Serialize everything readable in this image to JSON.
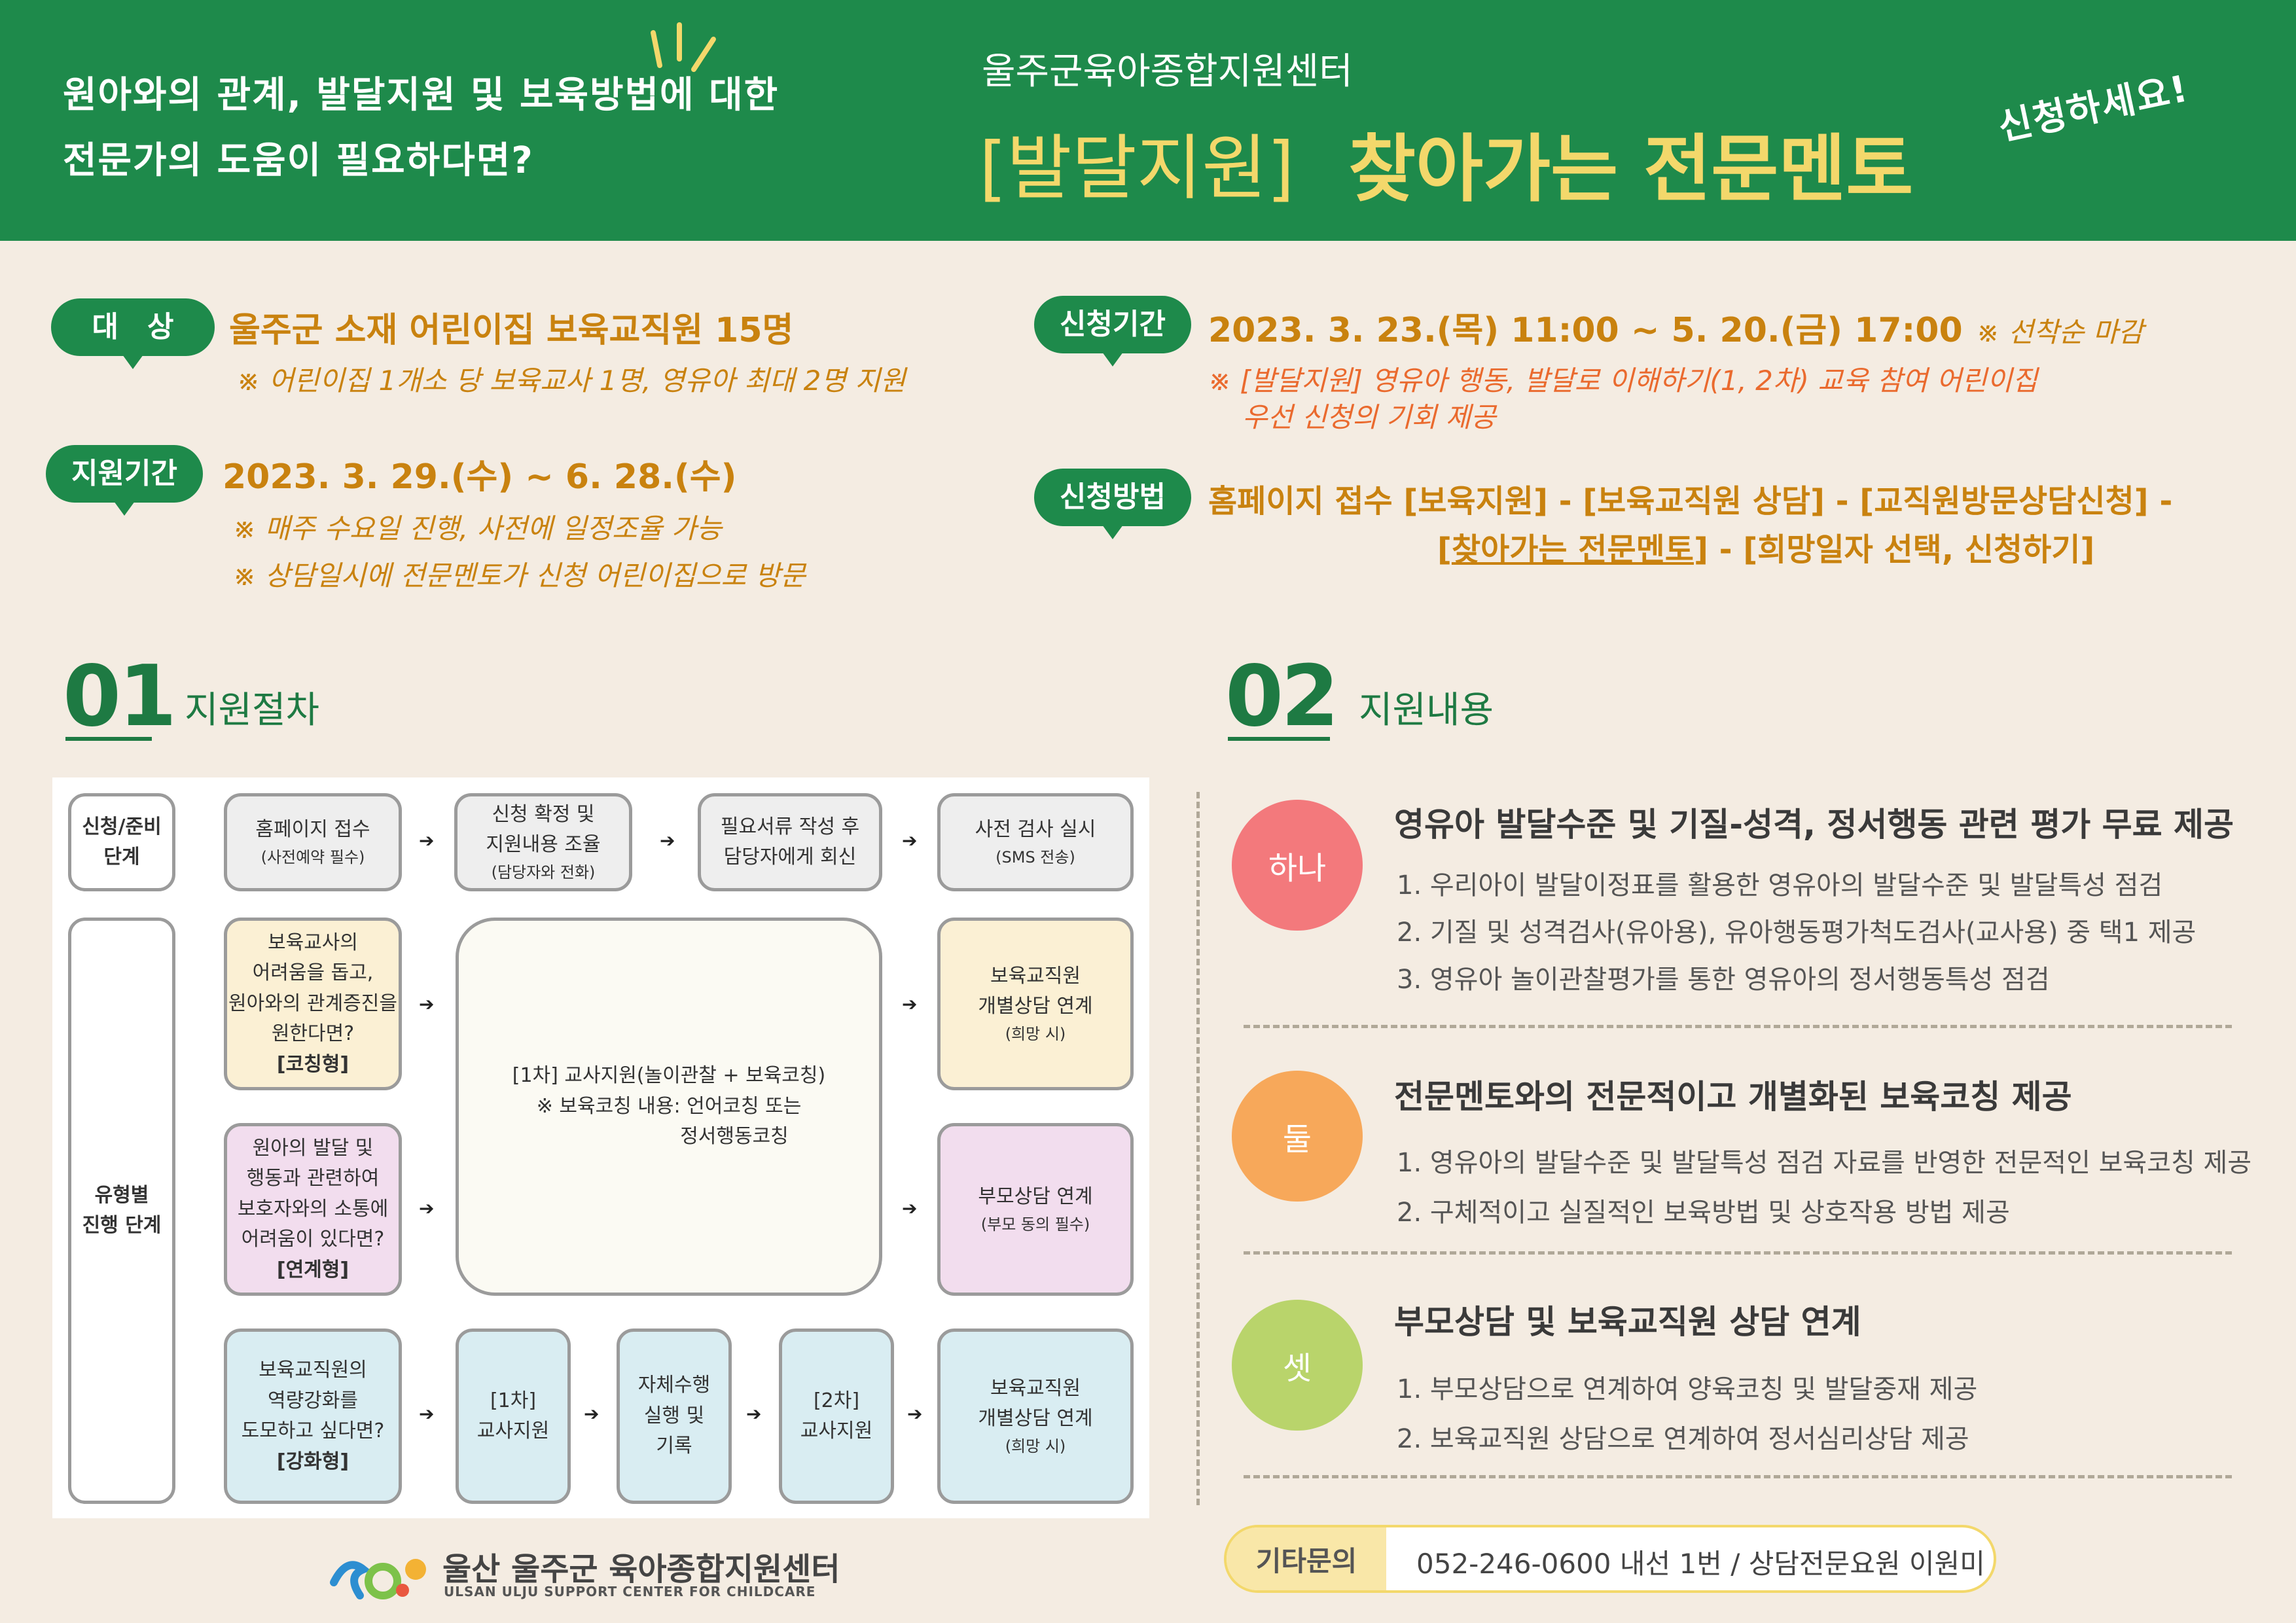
{
  "header": {
    "tagline_line1": "원아와의 관계, 발달지원 및 보육방법에 대한",
    "tagline_line2": "전문가의 도움이 필요하다면?",
    "center_name": "울주군육아종합지원센터",
    "title_bracket": "[발달지원]",
    "title_main": "찾아가는 전문멘토",
    "apply_now": "신청하세요!"
  },
  "info": {
    "target_label": "대　상",
    "target_text": "울주군 소재 어린이집 보육교직원 15명",
    "target_note": "※ 어린이집 1개소 당 보육교사 1명, 영유아 최대 2명 지원",
    "period_label": "지원기간",
    "period_text": "2023. 3. 29.(수) ~ 6. 28.(수)",
    "period_note1": "※ 매주 수요일 진행, 사전에 일정조율 가능",
    "period_note2": "※ 상담일시에 전문멘토가 신청 어린이집으로 방문",
    "apply_period_label": "신청기간",
    "apply_period_text": "2023. 3. 23.(목) 11:00 ~ 5. 20.(금) 17:00",
    "apply_period_suffix": "※ 선착순 마감",
    "apply_period_note1": "※ [발달지원] 영유아 행동, 발달로 이해하기(1, 2차) 교육 참여 어린이집",
    "apply_period_note2": "우선 신청의 기회 제공",
    "method_label": "신청방법",
    "method_line1": "홈페이지 접수   [보육지원] - [보육교직원 상담] - [교직원방문상담신청] -",
    "method_line2_prefix": "[",
    "method_line2_link": "찾아가는 전문멘토",
    "method_line2_suffix": "] - [희망일자 선택, 신청하기]"
  },
  "section1": {
    "number": "01",
    "title": "지원절차",
    "row_label_prep": "신청/준비\n단계",
    "row_label_type": "유형별\n진행 단계",
    "prep_boxes": [
      {
        "main": "홈페이지 접수",
        "sub": "(사전예약 필수)"
      },
      {
        "main": "신청 확정 및\n지원내용 조율",
        "sub": "(담당자와 전화)"
      },
      {
        "main": "필요서류 작성 후\n담당자에게 회신",
        "sub": ""
      },
      {
        "main": "사전 검사 실시",
        "sub": "(SMS 전송)"
      }
    ],
    "coaching_type": {
      "main": "보육교사의\n어려움을 돕고,\n원아와의 관계증진을\n원한다면?",
      "tag": "[코칭형]"
    },
    "link_type": {
      "main": "원아의 발달 및\n행동과 관련하여\n보호자와의 소통에\n어려움이 있다면?",
      "tag": "[연계형]"
    },
    "boost_type": {
      "main": "보육교직원의\n역량강화를\n도모하고 싶다면?",
      "tag": "[강화형]"
    },
    "center_box": {
      "line1": "[1차] 교사지원(놀이관찰 + 보육코칭)",
      "line2": "※ 보육코칭 내용: 언어코칭 또는",
      "line3": "정서행동코칭"
    },
    "coaching_result": {
      "main": "보육교직원\n개별상담 연계",
      "sub": "(희망 시)"
    },
    "link_result": {
      "main": "부모상담 연계",
      "sub": "(부모 동의 필수)"
    },
    "boost_step1": "[1차]\n교사지원",
    "boost_step2": "자체수행\n실행 및\n기록",
    "boost_step3": "[2차]\n교사지원",
    "boost_result": {
      "main": "보육교직원\n개별상담 연계",
      "sub": "(희망 시)"
    },
    "arrow": "➔"
  },
  "section2": {
    "number": "02",
    "title": "지원내용",
    "items": [
      {
        "badge": "하나",
        "color": "#f3797c",
        "title": "영유아 발달수준 및 기질-성격, 정서행동 관련 평가 무료 제공",
        "lines": [
          "1. 우리아이 발달이정표를 활용한 영유아의 발달수준 및 발달특성 점검",
          "2. 기질 및 성격검사(유아용), 유아행동평가척도검사(교사용) 중 택1 제공",
          "3. 영유아 놀이관찰평가를 통한 영유아의 정서행동특성 점검"
        ]
      },
      {
        "badge": "둘",
        "color": "#f7a85a",
        "title": "전문멘토와의 전문적이고 개별화된 보육코칭 제공",
        "lines": [
          "1. 영유아의 발달수준 및 발달특성 점검 자료를 반영한 전문적인 보육코칭 제공",
          "2. 구체적이고 실질적인 보육방법 및 상호작용 방법 제공"
        ]
      },
      {
        "badge": "셋",
        "color": "#b9d46b",
        "title": "부모상담 및 보육교직원 상담 연계",
        "lines": [
          "1. 부모상담으로 연계하여 양육코칭 및 발달중재 제공",
          "2. 보육교직원 상담으로 연계하여 정서심리상담 제공"
        ]
      }
    ],
    "contact_label": "기타문의",
    "contact_text": "052-246-0600  내선 1번 / 상담전문요원 이원미"
  },
  "footer": {
    "logo_kr": "울산 울주군 육아종합지원센터",
    "logo_en": "ULSAN ULJU SUPPORT CENTER FOR CHILDCARE"
  },
  "colors": {
    "brand_green": "#1e8a4b",
    "accent_yellow": "#f3d86b",
    "text_orange": "#c9820f",
    "text_red_orange": "#ea6a2e",
    "background": "#f4ece2"
  }
}
